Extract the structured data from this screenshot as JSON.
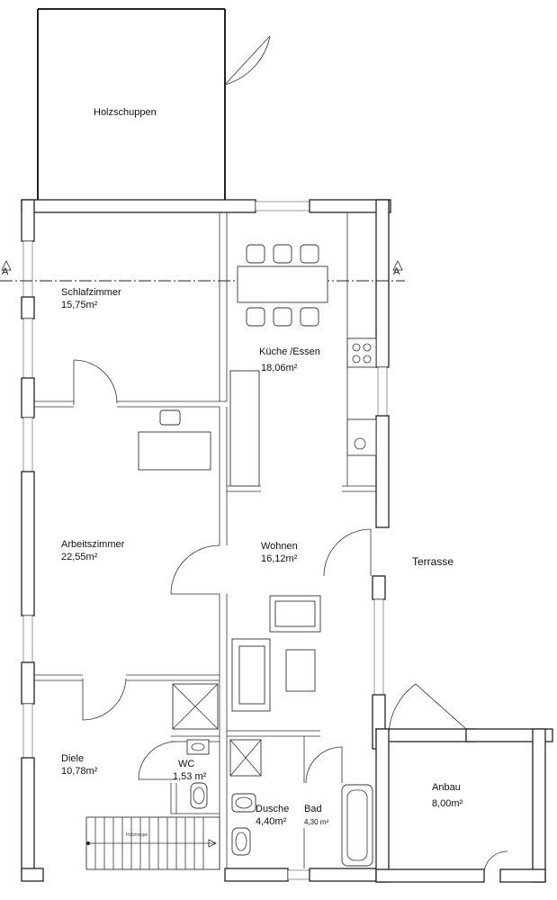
{
  "rooms": {
    "holzschuppen": {
      "name": "Holzschuppen"
    },
    "schlafzimmer": {
      "name": "Schlafzimmer",
      "area": "15,75m²"
    },
    "kueche": {
      "name": "Küche /Essen",
      "area": "18,06m²"
    },
    "arbeitszimmer": {
      "name": "Arbeitszimmer",
      "area": "22,55m²"
    },
    "wohnen": {
      "name": "Wohnen",
      "area": "16,12m²"
    },
    "terrasse": {
      "name": "Terrasse"
    },
    "diele": {
      "name": "Diele",
      "area": "10,78m²"
    },
    "wc": {
      "name": "WC",
      "area": "1,53 m²"
    },
    "dusche": {
      "name": "Dusche",
      "area": "4,40m²"
    },
    "bad": {
      "name": "Bad",
      "area": "4,30 m²"
    },
    "anbau": {
      "name": "Anbau",
      "area": "8,00m²"
    }
  },
  "stairs": {
    "label": "Holztreppe"
  },
  "section_marker": {
    "symbol": "A"
  }
}
